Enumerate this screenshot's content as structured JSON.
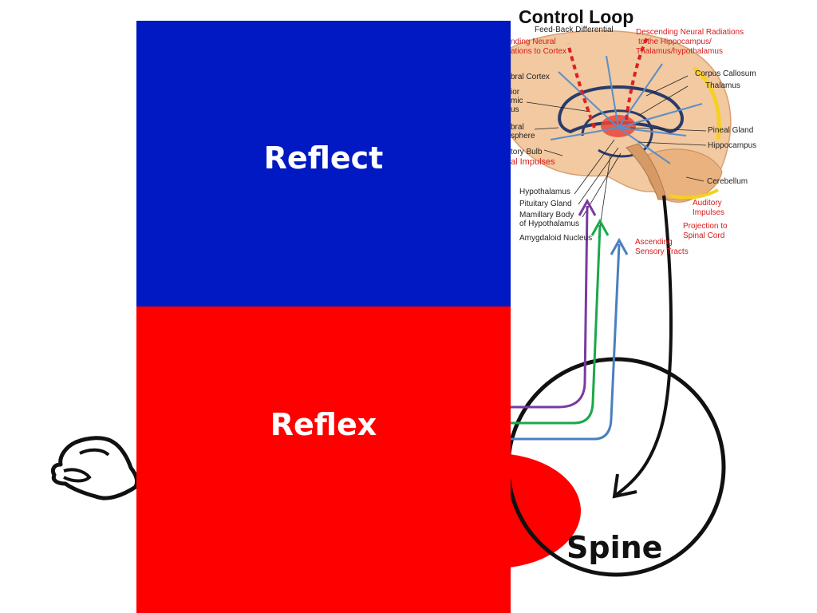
{
  "boxes": {
    "reflect_label": "Reflect",
    "reflex_label": "Reflex"
  },
  "brain": {
    "title": "Control Loop",
    "feedback_label": "Feed-Back Differential",
    "labels_left": [
      "nding Neural",
      "ations to Cortex",
      "bral Cortex",
      "ior",
      "mic",
      "us",
      "bral",
      "sphere",
      "tory Bulb",
      "al Impulses"
    ],
    "labels_right": [
      "Descending Neural Radiations",
      "to the Hippocampus/",
      "Thalamus/hypothalamus",
      "Corpus Callosum",
      "Thalamus",
      "Pineal Gland",
      "Hippocampus",
      "Cerebellum",
      "Auditory",
      "Impulses",
      "Projection to",
      "Spinal Cord",
      "Ascending",
      "Sensory Tracts"
    ],
    "labels_bottom": [
      "Hypothalamus",
      "Pituitary Gland",
      "Mamillary Body",
      "of Hypothalamus",
      "Amygdaloid Nucleus"
    ]
  },
  "spine": {
    "label": "Spine"
  },
  "colors": {
    "blue_box": "#0019c2",
    "red_box": "#ff0000",
    "arrow_purple": "#7a3aa0",
    "arrow_green": "#1aa84a",
    "arrow_blue": "#4a7fbf",
    "arrow_black": "#111111"
  }
}
